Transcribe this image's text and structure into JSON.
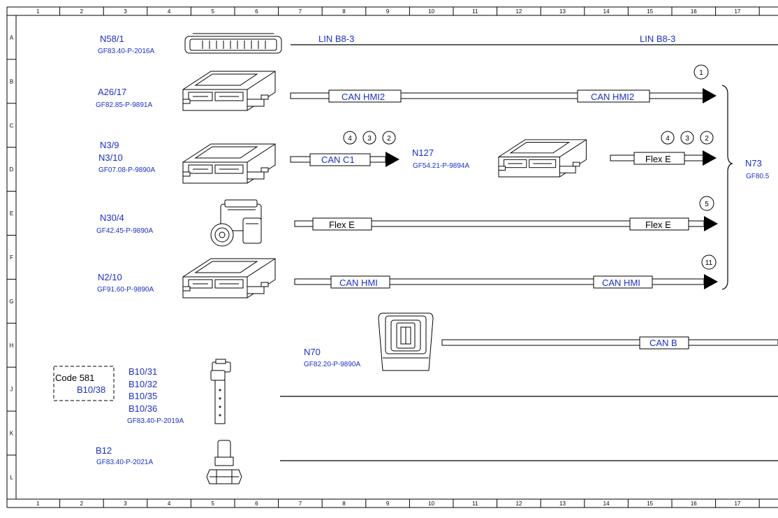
{
  "columns": [
    "1",
    "2",
    "3",
    "4",
    "5",
    "6",
    "7",
    "8",
    "9",
    "10",
    "11",
    "12",
    "13",
    "14",
    "15",
    "16",
    "17"
  ],
  "rows": [
    "A",
    "B",
    "C",
    "D",
    "E",
    "F",
    "G",
    "H",
    "J",
    "K",
    "L"
  ],
  "components": {
    "n58_1": {
      "name": "N58/1",
      "ref": "GF83.40-P-2016A"
    },
    "a26_17": {
      "name": "A26/17",
      "ref": "GF82.85-P-9891A"
    },
    "n3_9": {
      "name": "N3/9",
      "name2": "N3/10",
      "ref": "GF07.08-P-9890A"
    },
    "n127": {
      "name": "N127",
      "ref": "GF54.21-P-9894A"
    },
    "n30_4": {
      "name": "N30/4",
      "ref": "GF42.45-P-9890A"
    },
    "n2_10": {
      "name": "N2/10",
      "ref": "GF91.60-P-9890A"
    },
    "n73": {
      "name": "N73",
      "ref": "GF80.5"
    },
    "n70": {
      "name": "N70",
      "ref": "GF82.20-P-9890A"
    },
    "b10": {
      "names": [
        "B10/31",
        "B10/32",
        "B10/35",
        "B10/36"
      ],
      "ref": "GF83.40-P-2019A"
    },
    "b12": {
      "name": "B12",
      "ref": "GF83.40-P-2021A"
    }
  },
  "code_box": {
    "line1": "Code 581",
    "line2": "B10/38"
  },
  "buses": {
    "lin_left": "LIN B8-3",
    "lin_right": "LIN B8-3",
    "can_hmi2_left": "CAN HMI2",
    "can_hmi2_right": "CAN HMI2",
    "can_c1": "CAN C1",
    "flex_e_n127": "Flex E",
    "flex_e_left": "Flex E",
    "flex_e_right": "Flex E",
    "can_hmi_left": "CAN HMI",
    "can_hmi_right": "CAN HMI",
    "can_b": "CAN B"
  },
  "connector_numbers": {
    "hmi2": "1",
    "c1": [
      "4",
      "3",
      "2"
    ],
    "flexn127": [
      "4",
      "3",
      "2"
    ],
    "flexe": "5",
    "hmi": "11"
  }
}
